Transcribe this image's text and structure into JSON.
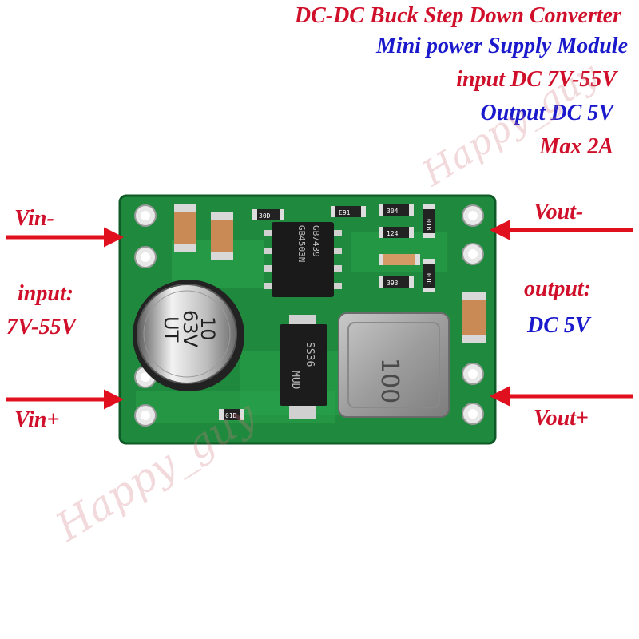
{
  "header": {
    "line1": "DC-DC Buck Step Down Converter",
    "line2": "Mini power Supply Module",
    "line3": "input DC 7V-55V",
    "line4": "Output DC 5V",
    "line5": "Max 2A"
  },
  "labels": {
    "vin_minus": "Vin-",
    "vin_plus": "Vin+",
    "vout_minus": "Vout-",
    "vout_plus": "Vout+",
    "input_heading": "input:",
    "input_range": "7V-55V",
    "output_heading": "output:",
    "output_value": "DC 5V"
  },
  "watermark": {
    "text_a": "Happy_guy",
    "text_b": "Happy_guy"
  },
  "board": {
    "capacitor_line1": "10",
    "capacitor_line2": "63V",
    "capacitor_line3": "UT",
    "inductor_marking": "100",
    "ic_line1": "GB4503N",
    "ic_line2": "GB7439",
    "diode_line1": "SS36",
    "diode_line2": "MUD",
    "res_1": "30D",
    "res_2": "E91",
    "res_3": "304",
    "res_4": "124",
    "res_5": "393",
    "res_6": "01B",
    "res_7": "01D",
    "res_8": "01D"
  },
  "colors": {
    "red": "#d0102a",
    "blue": "#1a1acc",
    "pcb": "#1f8a3e",
    "arrow": "#e0101e"
  }
}
